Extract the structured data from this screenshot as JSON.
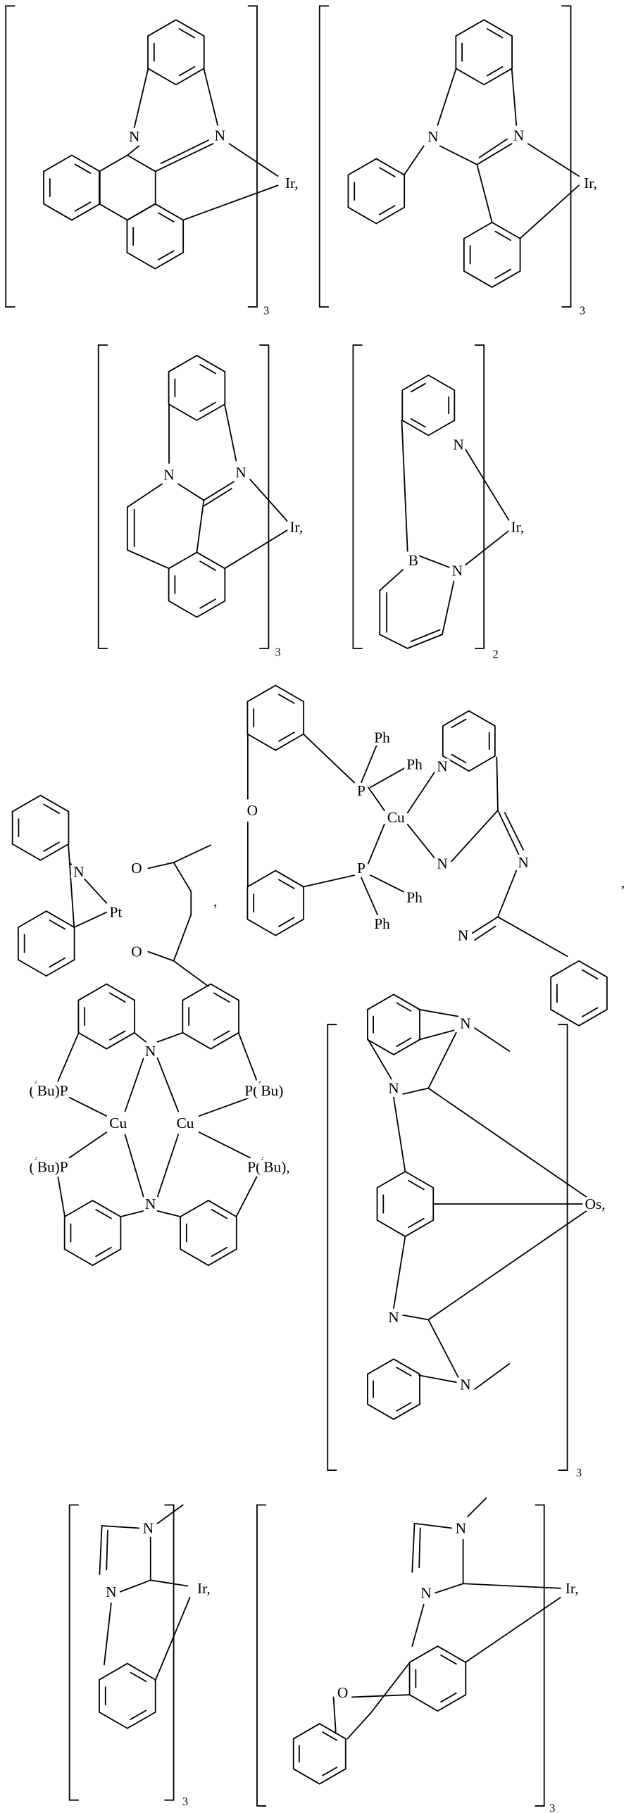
{
  "structures": [
    {
      "id": "ir-complex-1",
      "atoms": {
        "n1": "N",
        "n2": "N",
        "metal": "Ir,"
      },
      "subscript": "3"
    },
    {
      "id": "ir-complex-2",
      "atoms": {
        "n1": "N",
        "n2": "N",
        "metal": "Ir,"
      },
      "subscript": "3"
    },
    {
      "id": "ir-complex-3",
      "atoms": {
        "n1": "N",
        "n2": "N",
        "metal": "Ir,"
      },
      "subscript": "3"
    },
    {
      "id": "ir-complex-4",
      "atoms": {
        "n1": "N",
        "b": "B",
        "n2": "N",
        "metal": "Ir,"
      },
      "subscript": "2"
    },
    {
      "id": "pt-complex",
      "atoms": {
        "n": "N",
        "metal": "Pt",
        "o1": "O",
        "o2": "O"
      },
      "separator": ","
    },
    {
      "id": "cu-complex",
      "atoms": {
        "o": "O",
        "p1": "P",
        "p2": "P",
        "ph1": "Ph",
        "ph2": "Ph",
        "ph3": "Ph",
        "ph4": "Ph",
        "metal": "Cu",
        "n1": "N",
        "n2": "N",
        "n3": "N",
        "n4": "N"
      },
      "separator": ","
    },
    {
      "id": "cu2-complex",
      "atoms": {
        "n1": "N",
        "n2": "N",
        "cu1": "Cu",
        "cu2": "Cu",
        "p_tl": {
          "pre": "(",
          "sup": "i",
          "post": "Bu)P"
        },
        "p_tr": {
          "pre": "P(",
          "sup": "i",
          "post": "Bu)"
        },
        "p_bl": {
          "pre": "(",
          "sup": "i",
          "post": "Bu)P"
        },
        "p_br": {
          "pre": "P(",
          "sup": "i",
          "post": "Bu),"
        }
      }
    },
    {
      "id": "os-complex",
      "atoms": {
        "n1": "N",
        "n2": "N",
        "n3": "N",
        "n4": "N",
        "metal": "Os,"
      },
      "subscript": "3"
    },
    {
      "id": "ir-complex-5",
      "atoms": {
        "n1": "N",
        "n2": "N",
        "metal": "Ir,"
      },
      "subscript": "3"
    },
    {
      "id": "ir-complex-6",
      "atoms": {
        "n1": "N",
        "n2": "N",
        "o": "O",
        "metal": "Ir,"
      },
      "subscript": "3"
    }
  ]
}
